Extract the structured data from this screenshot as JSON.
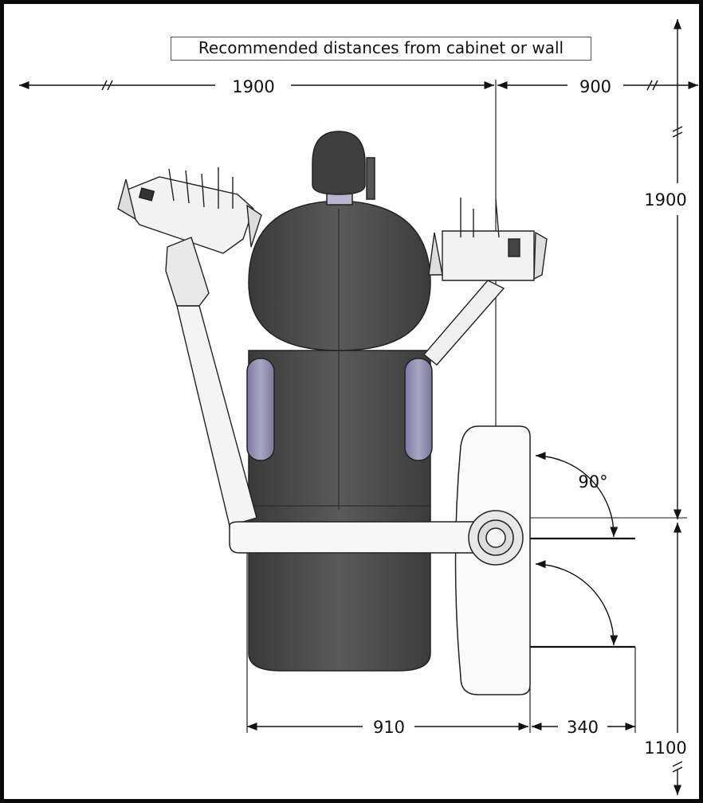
{
  "title": "Recommended distances from cabinet or wall",
  "dimensions": {
    "top_left": "1900",
    "top_right": "900",
    "right_upper": "1900",
    "right_lower": "1100",
    "bottom_left": "910",
    "bottom_right": "340",
    "angle": "90°"
  },
  "colors": {
    "seat": "#4a4a4a",
    "armrest": "#8d8aa8",
    "line": "#111111"
  },
  "icons": [
    "dental-chair",
    "instrument-tray-left",
    "instrument-tray-right",
    "delivery-arm",
    "spittoon-unit"
  ]
}
